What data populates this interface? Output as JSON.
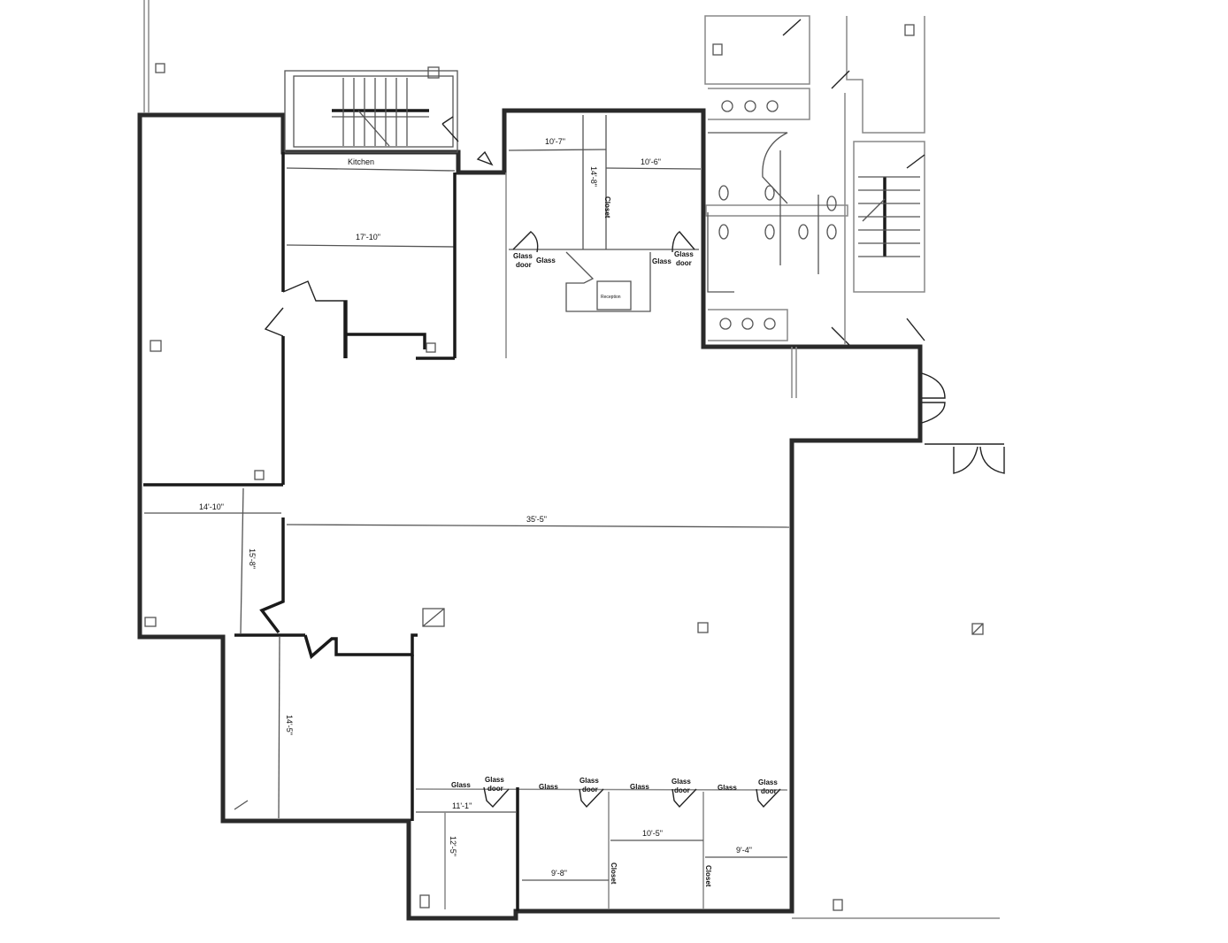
{
  "floor_plan": {
    "rooms": {
      "kitchen": "Kitchen"
    },
    "dimensions": {
      "kitchen_width": "17'-10\"",
      "office_top_left_width": "10'-7\"",
      "office_top_right_width": "10'-6\"",
      "office_top_depth": "14'-8\"",
      "left_room_width": "14'-10\"",
      "left_room_depth": "15'-8\"",
      "main_hall_width": "35'-5\"",
      "lower_left_room_depth": "14'-5\"",
      "bottom_office_1_width": "11'-1\"",
      "bottom_office_1_depth": "12'-5\"",
      "bottom_office_2_width": "9'-8\"",
      "bottom_office_3_width": "10'-5\"",
      "bottom_office_4_width": "9'-4\""
    },
    "labels": {
      "glass": "Glass",
      "glass_door_line1": "Glass",
      "glass_door_line2": "door",
      "closet": "Closet",
      "reception": "Reception"
    }
  }
}
